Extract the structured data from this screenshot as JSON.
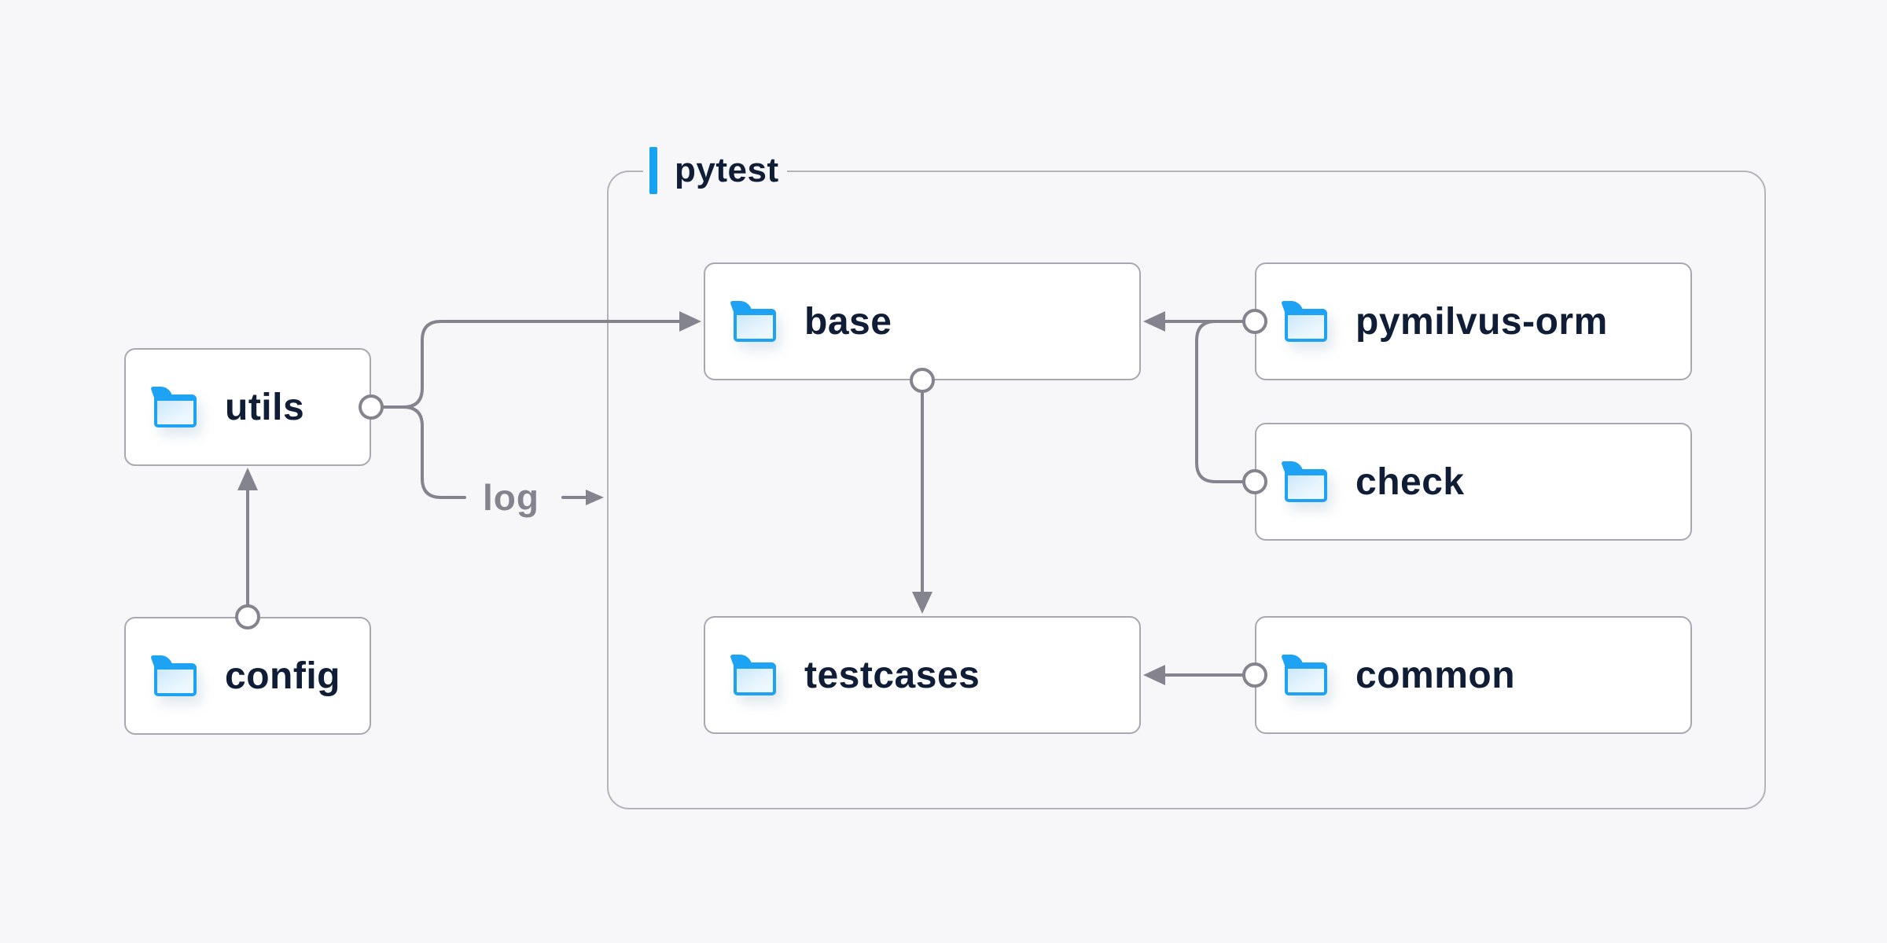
{
  "group": {
    "label": "pytest"
  },
  "nodes": [
    {
      "id": "utils",
      "label": "utils",
      "icon": "folder-icon"
    },
    {
      "id": "config",
      "label": "config",
      "icon": "folder-icon"
    },
    {
      "id": "base",
      "label": "base",
      "icon": "folder-icon"
    },
    {
      "id": "pymilvus-orm",
      "label": "pymilvus-orm",
      "icon": "folder-icon"
    },
    {
      "id": "check",
      "label": "check",
      "icon": "folder-icon"
    },
    {
      "id": "testcases",
      "label": "testcases",
      "icon": "folder-icon"
    },
    {
      "id": "common",
      "label": "common",
      "icon": "folder-icon"
    }
  ],
  "edges": {
    "log_label": "log",
    "connections": [
      {
        "from": "config",
        "to": "utils"
      },
      {
        "from": "utils",
        "to": "base"
      },
      {
        "from": "utils",
        "to": "log"
      },
      {
        "from": "pymilvus-orm",
        "to": "base"
      },
      {
        "from": "check",
        "to": "base"
      },
      {
        "from": "base",
        "to": "testcases"
      },
      {
        "from": "common",
        "to": "testcases"
      }
    ]
  },
  "colors": {
    "background": "#f7f7f9",
    "node_background": "#ffffff",
    "node_border": "#a8a8b2",
    "group_border": "#b3b3bd",
    "wire": "#84848f",
    "text": "#101d36",
    "log_text": "#84848f",
    "accent_blue": "#18a2f3",
    "folder_blue": "#1ea3f4",
    "folder_fill": "#eaf6fe"
  }
}
